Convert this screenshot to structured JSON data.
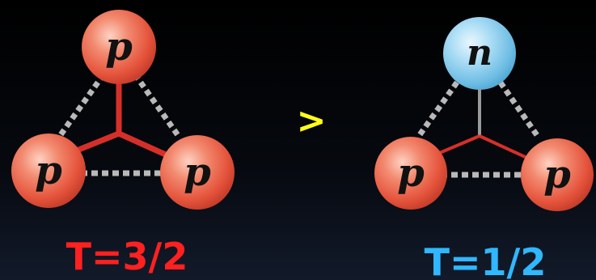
{
  "diagrams": [
    {
      "nodes": [
        {
          "letter": "p",
          "kind": "proton"
        },
        {
          "letter": "p",
          "kind": "proton"
        },
        {
          "letter": "p",
          "kind": "proton"
        }
      ],
      "caption": "T=3/2",
      "caption_color": "#ff2020"
    },
    {
      "nodes": [
        {
          "letter": "n",
          "kind": "neutron"
        },
        {
          "letter": "p",
          "kind": "proton"
        },
        {
          "letter": "p",
          "kind": "proton"
        }
      ],
      "caption": "T=1/2",
      "caption_color": "#2fb7ff"
    }
  ],
  "comparison_symbol": ">",
  "comparison_color": "#ffff1a",
  "colors": {
    "proton": "#e8553f",
    "neutron": "#74c4e8",
    "bond_solid": "#d62f2a",
    "bond_dashed": "#b8b8b8"
  }
}
